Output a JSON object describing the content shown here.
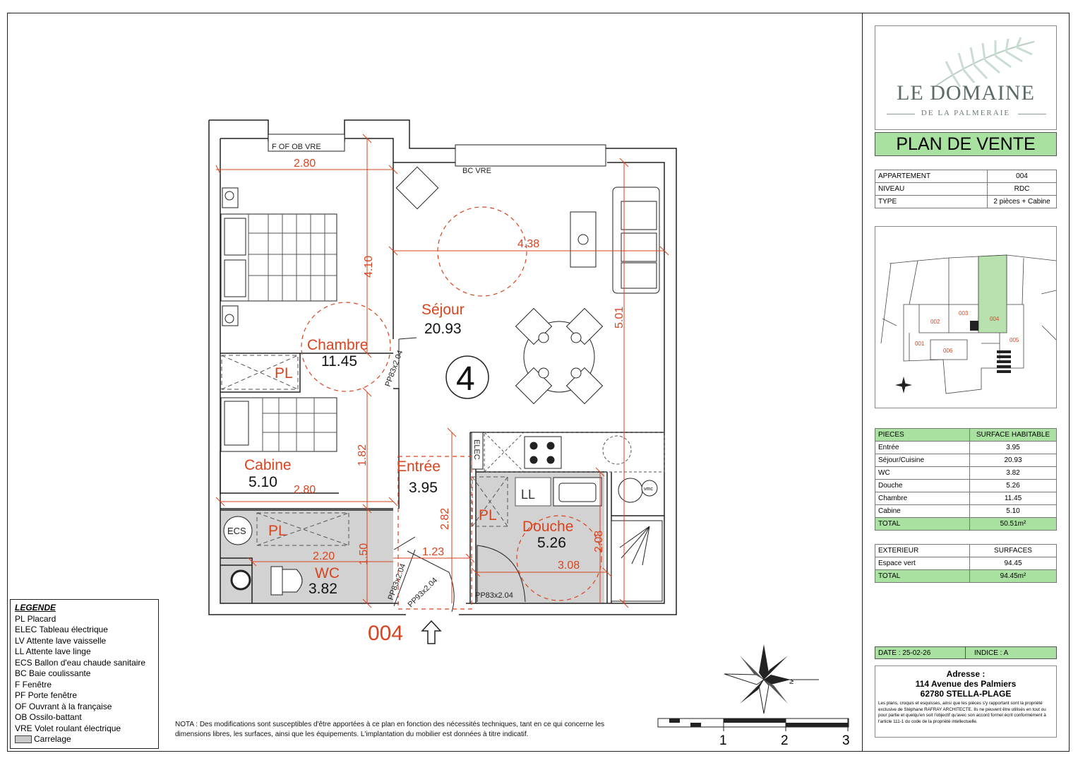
{
  "brand": {
    "main": "LE DOMAINE",
    "sub": "DE LA PALMERAIE"
  },
  "header_title": "PLAN DE VENTE",
  "apartment_info": [
    {
      "label": "APPARTEMENT",
      "value": "004"
    },
    {
      "label": "NIVEAU",
      "value": "RDC"
    },
    {
      "label": "TYPE",
      "value": "2 pièces + Cabine"
    }
  ],
  "site_plan_units": [
    "001",
    "002",
    "003",
    "004",
    "005",
    "006"
  ],
  "pieces": {
    "header_label": "PIECES",
    "header_value": "SURFACE HABITABLE",
    "rows": [
      {
        "label": "Entrée",
        "value": "3.95"
      },
      {
        "label": "Séjour/Cuisine",
        "value": "20.93"
      },
      {
        "label": "WC",
        "value": "3.82"
      },
      {
        "label": "Douche",
        "value": "5.26"
      },
      {
        "label": "Chambre",
        "value": "11.45"
      },
      {
        "label": "Cabine",
        "value": "5.10"
      }
    ],
    "total_label": "TOTAL",
    "total_value": "50.51m²"
  },
  "exterieur": {
    "header_label": "EXTERIEUR",
    "header_value": "SURFACES",
    "rows": [
      {
        "label": "Espace vert",
        "value": "94.45"
      }
    ],
    "total_label": "TOTAL",
    "total_value": "94.45m²"
  },
  "date_label": "DATE : 25-02-26",
  "indice_label": "INDICE : A",
  "address": {
    "title": "Adresse :",
    "street": "114 Avenue des Palmiers",
    "city": "62780 STELLA-PLAGE",
    "disclaimer": "Les plans, croquis et esquisses, ainsi que les pièces s'y rapportant sont la propriété exclusive de Stéphane RAFRAY ARCHITECTE. Ils ne peuvent être utilisés en tout ou pour partie et quelqu'en soit l'objectif qu'avec son accord formel écrit conformément à l'article 111-1 du code de la propriété intellectuelle."
  },
  "rooms": {
    "sejour": {
      "name": "Séjour",
      "area": "20.93"
    },
    "chambre": {
      "name": "Chambre",
      "area": "11.45"
    },
    "cabine": {
      "name": "Cabine",
      "area": "5.10"
    },
    "entree": {
      "name": "Entrée",
      "area": "3.95"
    },
    "douche": {
      "name": "Douche",
      "area": "5.26"
    },
    "wc": {
      "name": "WC",
      "area": "3.82"
    }
  },
  "placard_label": "PL",
  "dimensions": {
    "chambre_width": "2.80",
    "sejour_width": "4.38",
    "chambre_depth": "4.10",
    "sejour_depth": "5.01",
    "cabine_depth": "1.82",
    "cabine_width": "2.80",
    "entree_depth": "2.82",
    "wc_width": "2.20",
    "wc_depth": "1.50",
    "entree_width": "1.23",
    "douche_width": "3.08",
    "douche_depth": "2.08"
  },
  "openings": {
    "window_chambre": "F OF OB VRE",
    "window_sejour": "BC VRE",
    "door_chambre": "PP83x2.04",
    "door_wc": "PP83x2.04",
    "door_entry": "PP93x2.04",
    "door_douche": "PP83x2.04"
  },
  "equipment": {
    "elec": "ELEC",
    "ll": "LL",
    "ecs": "ECS",
    "vmc": "vmc"
  },
  "apartment_number_circle": "4",
  "unit_label": "004",
  "scale_labels": [
    "1",
    "2",
    "3"
  ],
  "legend": {
    "title": "LEGENDE",
    "items": [
      "PL Placard",
      "ELEC Tableau électrique",
      "LV Attente lave vaisselle",
      "LL Attente lave linge",
      "ECS Ballon d'eau chaude sanitaire",
      "BC Baie coulissante",
      "F Fenêtre",
      "PF Porte fenêtre",
      "OF Ouvrant à la française",
      "OB Ossilo-battant",
      "VRE Volet roulant électrique"
    ],
    "swatch_label": "Carrelage"
  },
  "nota": "NOTA : Des modifications sont susceptibles d'être apportées à ce plan en fonction des nécessités techniques, tant en ce qui concerne les dimensions libres, les surfaces, ainsi que les équipements. L'implantation du mobilier est données à titre indicatif."
}
